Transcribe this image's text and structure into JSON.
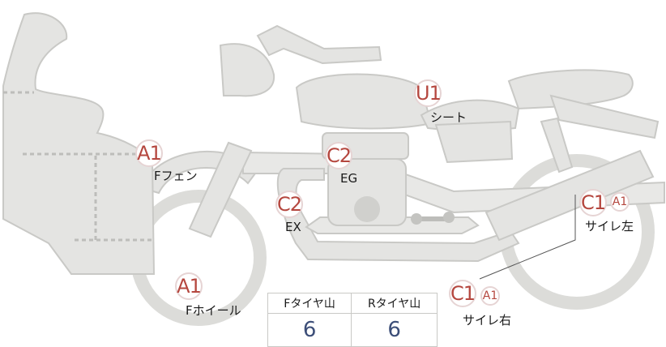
{
  "parts": [
    {
      "id": "front-fender",
      "grade": "A1",
      "label": "Fフェン"
    },
    {
      "id": "front-wheel",
      "grade": "A1",
      "label": "Fホイール"
    },
    {
      "id": "seat",
      "grade": "U1",
      "label": "シート"
    },
    {
      "id": "engine",
      "grade": "C2",
      "label": "EG"
    },
    {
      "id": "exhaust",
      "grade": "C2",
      "label": "EX"
    },
    {
      "id": "muffler-left",
      "grade": "C1",
      "sub_grade": "A1",
      "label": "サイレ左"
    },
    {
      "id": "muffler-right",
      "grade": "C1",
      "sub_grade": "A1",
      "label": "サイレ右"
    }
  ],
  "tread_table": {
    "headers": [
      "Fタイヤ山",
      "Rタイヤ山"
    ],
    "values": [
      "6",
      "6"
    ]
  }
}
